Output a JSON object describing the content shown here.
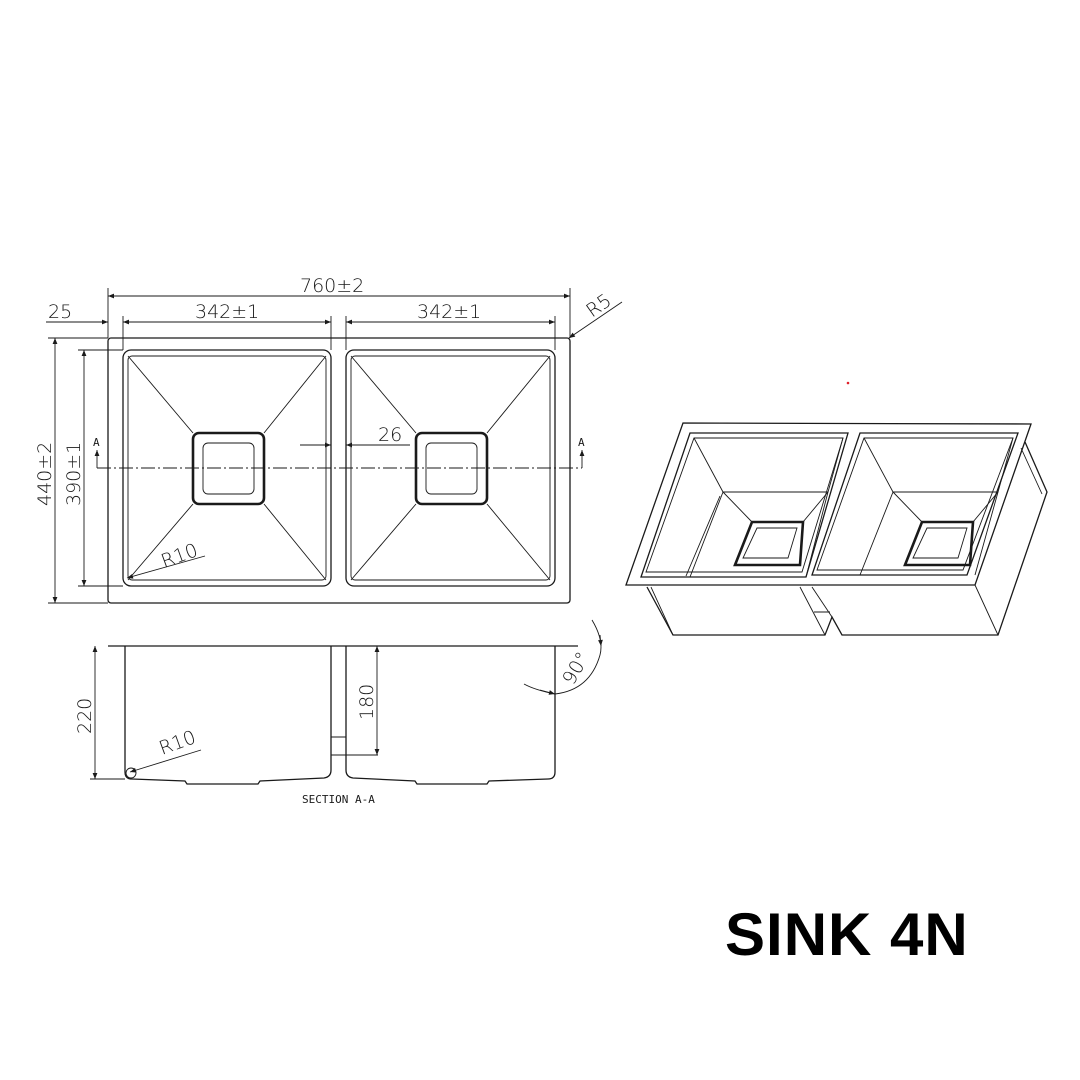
{
  "title": "SINK 4N",
  "top_view": {
    "overall_width": "760±2",
    "bowl_width_left": "342±1",
    "bowl_width_right": "342±1",
    "edge_offset": "25",
    "corner_radius_outer": "R5",
    "overall_depth": "440±2",
    "bowl_depth": "390±1",
    "divider_width": "26",
    "corner_radius_bowl": "R10",
    "section_mark_left": "A",
    "section_mark_right": "A"
  },
  "section_view": {
    "label": "SECTION A-A",
    "height": "220",
    "divider_height": "180",
    "corner_radius": "R10",
    "angle": "90°"
  },
  "colors": {
    "line": "#1a1a1a",
    "marker_dot": "#e0202a"
  }
}
